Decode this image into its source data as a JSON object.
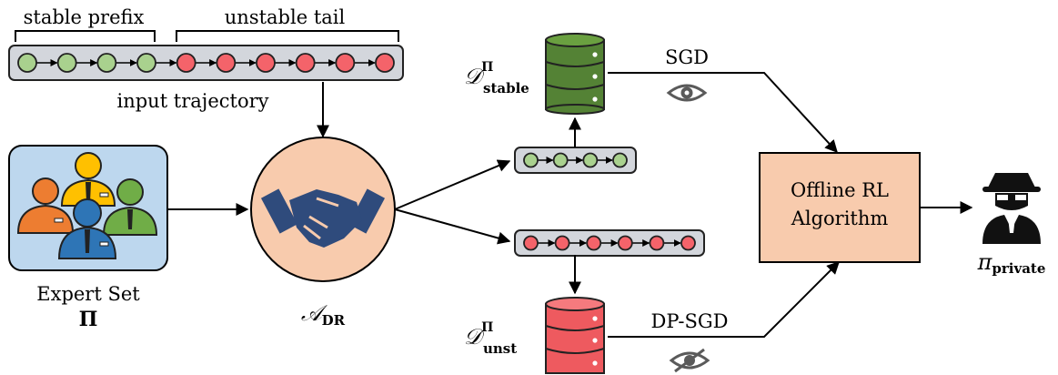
{
  "labels": {
    "stable_prefix": "stable prefix",
    "unstable_tail": "unstable tail",
    "input_trajectory": "input trajectory",
    "expert_set": "Expert Set",
    "expert_symbol": "Π",
    "algo_symbol": "𝒜",
    "algo_subscript": "DR",
    "d_stable_symbol": "𝒟",
    "d_stable_superscript": "Π",
    "d_stable_subscript": "stable",
    "d_unst_symbol": "𝒟",
    "d_unst_superscript": "Π",
    "d_unst_subscript": "unst",
    "sgd": "SGD",
    "dp_sgd": "DP-SGD",
    "offline_line1": "Offline RL",
    "offline_line2": "Algorithm",
    "pi_symbol": "π",
    "pi_subscript": "private"
  },
  "trajectories": {
    "input": [
      "stable",
      "stable",
      "stable",
      "stable",
      "unstable",
      "unstable",
      "unstable",
      "unstable",
      "unstable",
      "unstable"
    ],
    "stable_split": [
      "stable",
      "stable",
      "stable",
      "stable"
    ],
    "unstable_split": [
      "unstable",
      "unstable",
      "unstable",
      "unstable",
      "unstable",
      "unstable"
    ]
  },
  "colors": {
    "stable_node": "#a9d18e",
    "unstable_node": "#f4636a",
    "trajectory_bar": "#d3d6dc",
    "expert_panel": "#bdd7ee",
    "algo_circle": "#f8cbad",
    "offline_box": "#f8cbad",
    "db_stable": "#548235",
    "db_unstable": "#ee5a5f",
    "handshake": "#2f4b7c"
  },
  "icons": {
    "observer": "eye-icon",
    "private": "eye-slash-icon",
    "agent": "spy-agent-icon",
    "experts": "expert-group-icon",
    "handshake": "handshake-icon",
    "database": "database-icon"
  }
}
